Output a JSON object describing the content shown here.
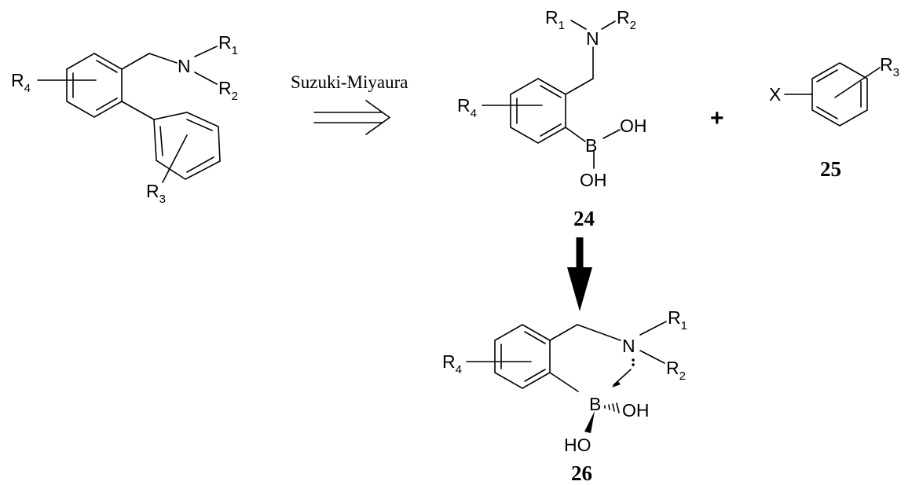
{
  "reaction_label": "Suzuki-Miyaura",
  "plus_sign": "+",
  "atoms": {
    "N": "N",
    "B": "B",
    "OH": "OH",
    "HO": "HO",
    "X": "X",
    "R": "R"
  },
  "subscripts": {
    "one": "1",
    "two": "2",
    "three": "3",
    "four": "4"
  },
  "compounds": {
    "boronic_acid": "24",
    "aryl_halide": "25",
    "chelate": "26"
  }
}
